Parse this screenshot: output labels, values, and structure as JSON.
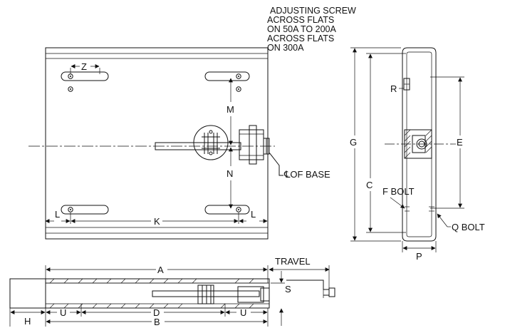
{
  "notes": {
    "line1": "ADJUSTING SCREW",
    "line2": "ACROSS FLATS",
    "line3": "ON 50A TO 200A",
    "line4": "ACROSS FLATS",
    "line5": "ON 300A"
  },
  "labels": {
    "Z": "Z",
    "M": "M",
    "N": "N",
    "L_left": "L",
    "L_right": "L",
    "K": "K",
    "cl_base": "℄OF BASE",
    "G": "G",
    "C": "C",
    "R": "R",
    "E": "E",
    "F_bolt": "F BOLT",
    "Q_bolt": "Q BOLT",
    "P": "P",
    "A": "A",
    "travel": "TRAVEL",
    "S": "S",
    "H": "H",
    "U_left": "U",
    "D": "D",
    "U_right": "U",
    "B": "B"
  }
}
